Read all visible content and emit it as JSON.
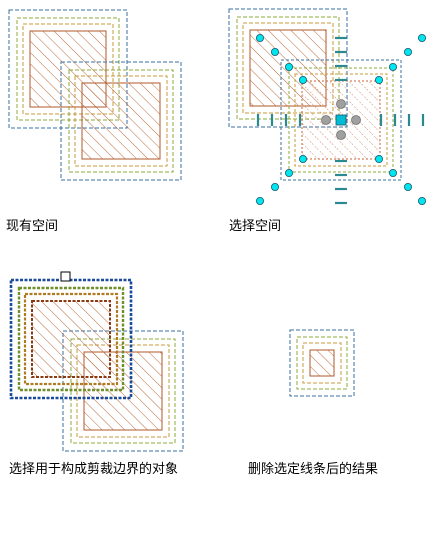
{
  "captions": {
    "existing_space": "现有空间",
    "select_space": "选择空间",
    "select_clip_objects": "选择用于构成剪裁边界的对象",
    "delete_lines_result": "删除选定线条后的结果"
  },
  "colors": {
    "outer_boundary": "#3a6fa0",
    "middle_boundary": "#8ca83c",
    "inner_boundary": "#c89a3a",
    "hatch": "#b25a28",
    "grip": "#00e5ee",
    "grip_center": "#00bcd4",
    "grip_stroke": "#1a5a70",
    "dimension_tick": "#2a8a90",
    "gray_grip": "#a0a0a0",
    "selection_dash": "#1a4a9c"
  }
}
